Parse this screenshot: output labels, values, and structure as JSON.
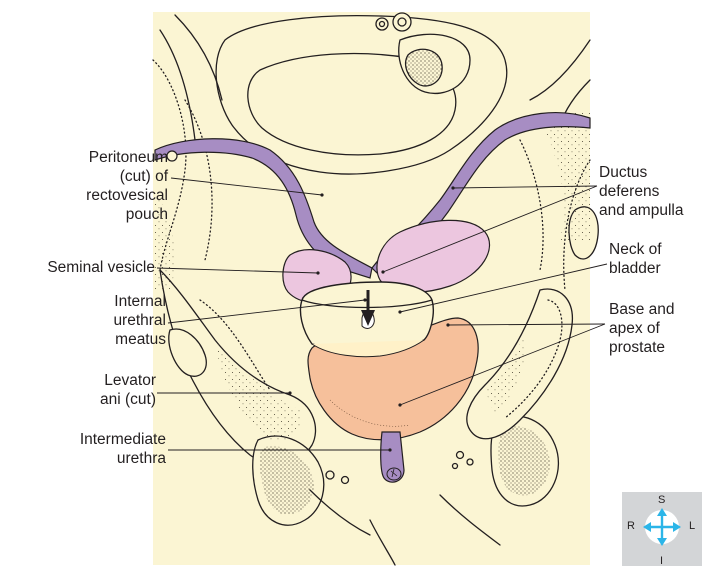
{
  "labels": {
    "peritoneum": "Peritoneum\n(cut) of\nrectovesical\npouch",
    "seminal_vesicle": "Seminal vesicle",
    "internal_urethral_meatus": "Internal\nurethral\nmeatus",
    "levator_ani": "Levator\nani (cut)",
    "intermediate_urethra": "Intermediate\nurethra",
    "ductus_deferens": "Ductus\ndeferens\nand ampulla",
    "neck_of_bladder": "Neck of\nbladder",
    "base_apex_prostate": "Base and\napex of\nprostate"
  },
  "orientation": {
    "superior": "S",
    "inferior": "I",
    "right": "R",
    "left": "L"
  },
  "colors": {
    "background_tissue": "#fbf5d3",
    "ductus": "#a78dc3",
    "seminal_vesicle": "#ecc6df",
    "prostate": "#f6c09b",
    "outline": "#231f20",
    "compass_box": "#d3d5d7",
    "compass_arrow": "#2bb5e8"
  }
}
